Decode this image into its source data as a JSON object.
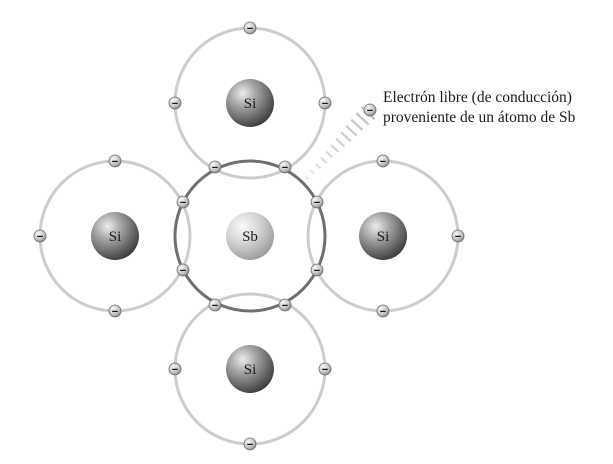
{
  "diagram": {
    "atoms": {
      "top": "Si",
      "left": "Si",
      "center": "Sb",
      "right": "Si",
      "bottom": "Si"
    },
    "electron_symbol": "−",
    "free_electron_label": {
      "line1": "Electrón libre (de conducción)",
      "line2": "proveniente de un átomo de Sb"
    },
    "colors": {
      "orbit_si": "#c9c9c9",
      "orbit_sb": "#6f6f6f",
      "nucleus_si_light": "#e0e0e0",
      "nucleus_si_dark": "#3a3a3a",
      "nucleus_sb_light": "#f4f4f4",
      "nucleus_sb_dark": "#9a9a9a",
      "electron_light": "#e8e8e8",
      "electron_dark": "#8a8a8a",
      "trail": "#bdbdbd"
    }
  }
}
